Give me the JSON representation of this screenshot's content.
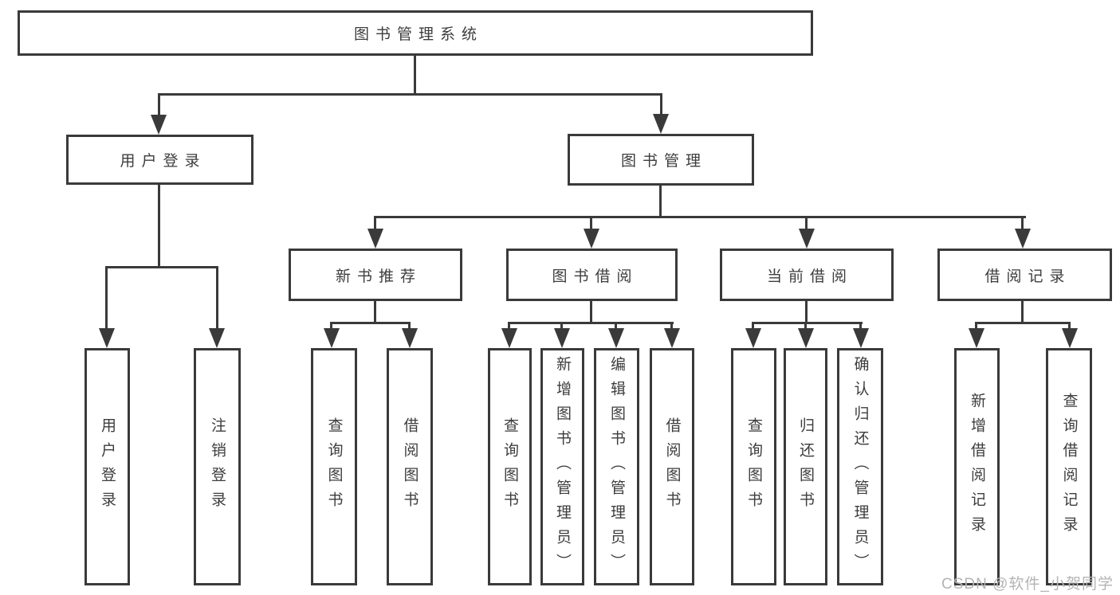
{
  "tree": {
    "root": {
      "label": "图书管理系统"
    },
    "branches": [
      {
        "label": "用户登录",
        "children": [
          {
            "label": "用户登录"
          },
          {
            "label": "注销登录"
          }
        ]
      },
      {
        "label": "图书管理",
        "children": [
          {
            "label": "新书推荐",
            "children": [
              {
                "label": "查询图书"
              },
              {
                "label": "借阅图书"
              }
            ]
          },
          {
            "label": "图书借阅",
            "children": [
              {
                "label": "查询图书"
              },
              {
                "label": "新增图书（管理员）"
              },
              {
                "label": "编辑图书（管理员）"
              },
              {
                "label": "借阅图书"
              }
            ]
          },
          {
            "label": "当前借阅",
            "children": [
              {
                "label": "查询图书"
              },
              {
                "label": "归还图书"
              },
              {
                "label": "确认归还（管理员）"
              }
            ]
          },
          {
            "label": "借阅记录",
            "children": [
              {
                "label": "新增借阅记录"
              },
              {
                "label": "查询借阅记录"
              }
            ]
          }
        ]
      }
    ]
  },
  "watermark": {
    "text": "CSDN @软件_小贺同学"
  },
  "colors": {
    "line": "#3a3a3a",
    "text": "#3d3d3d",
    "watermark": "#b4b4b4",
    "background": "#ffffff"
  }
}
